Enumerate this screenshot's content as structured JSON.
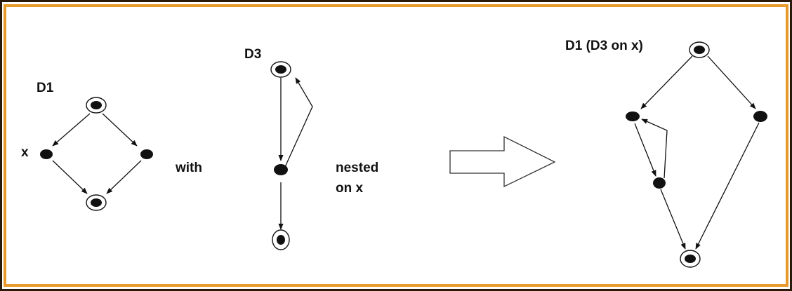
{
  "colors": {
    "frame_outer": "#2a1a0a",
    "frame_inner": "#e89a2c",
    "ink": "#111111",
    "background": "#ffffff"
  },
  "labels": {
    "d1": "D1",
    "x": "x",
    "with": "with",
    "d3": "D3",
    "nested_line1": "nested",
    "nested_line2": "on x",
    "result": "D1 (D3 on x)"
  },
  "graphs": {
    "d1": {
      "nodes": [
        {
          "id": "top",
          "kind": "terminal"
        },
        {
          "id": "left",
          "kind": "plain"
        },
        {
          "id": "right",
          "kind": "plain"
        },
        {
          "id": "bottom",
          "kind": "terminal"
        }
      ],
      "edges": [
        [
          "top",
          "left"
        ],
        [
          "top",
          "right"
        ],
        [
          "left",
          "bottom"
        ],
        [
          "right",
          "bottom"
        ]
      ]
    },
    "d3": {
      "nodes": [
        {
          "id": "top",
          "kind": "terminal"
        },
        {
          "id": "mid",
          "kind": "plain"
        },
        {
          "id": "bottom",
          "kind": "terminal"
        }
      ],
      "edges": [
        [
          "top",
          "mid"
        ],
        [
          "mid",
          "top"
        ],
        [
          "mid",
          "bottom"
        ]
      ]
    },
    "result": {
      "nodes": [
        {
          "id": "top",
          "kind": "terminal"
        },
        {
          "id": "left",
          "kind": "plain"
        },
        {
          "id": "right",
          "kind": "plain"
        },
        {
          "id": "inner",
          "kind": "plain"
        },
        {
          "id": "bottom",
          "kind": "terminal"
        }
      ],
      "edges": [
        [
          "top",
          "left"
        ],
        [
          "top",
          "right"
        ],
        [
          "left",
          "inner"
        ],
        [
          "inner",
          "left"
        ],
        [
          "inner",
          "bottom"
        ],
        [
          "right",
          "bottom"
        ]
      ]
    }
  }
}
